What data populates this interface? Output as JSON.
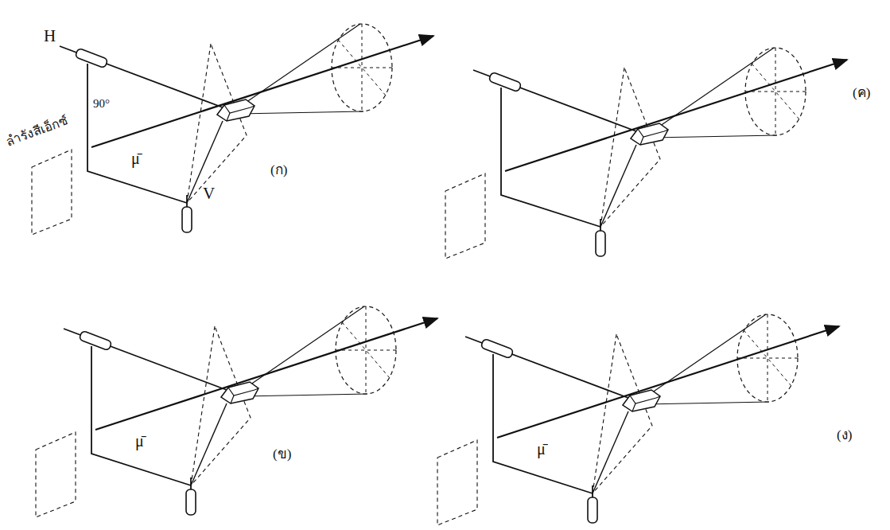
{
  "diagram": {
    "labels": [
      "H",
      "90°",
      "ลำรังสีเอ็กซ์",
      "μ̄",
      "V",
      "(ก)",
      "(ค)",
      "μ̄",
      "(ข)",
      "μ̄",
      "(ง)"
    ]
  }
}
